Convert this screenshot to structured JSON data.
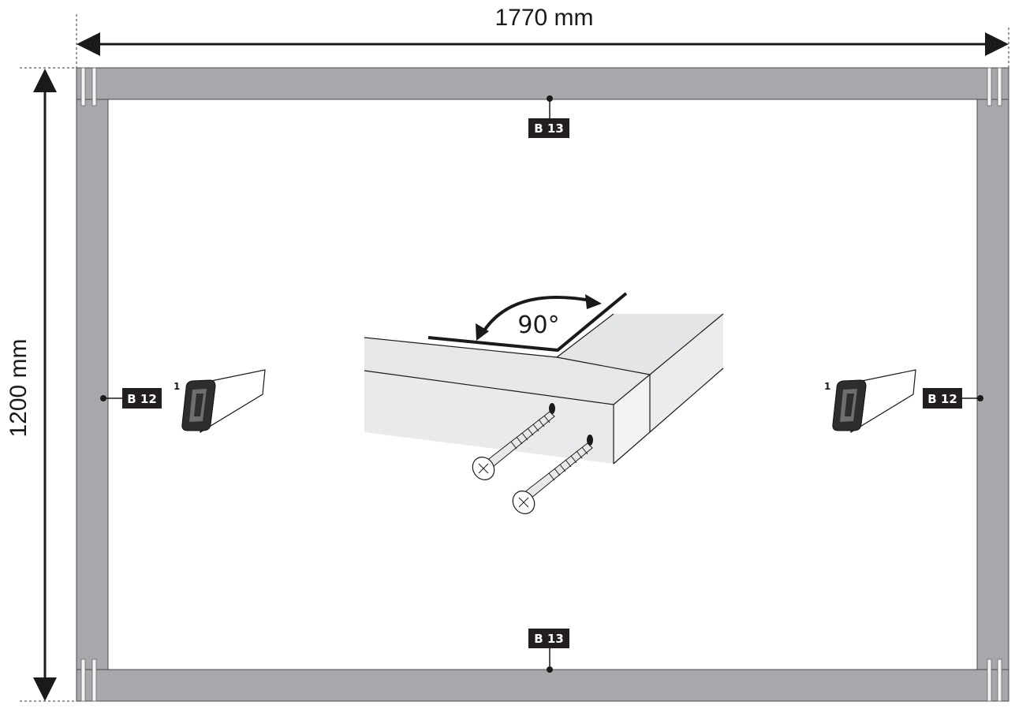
{
  "dimensions": {
    "width_label": "1770 mm",
    "height_label": "1200 mm"
  },
  "parts": {
    "top_label": "B 13",
    "bottom_label": "B 13",
    "left_label": "B 12",
    "right_label": "B 12"
  },
  "saw_step_left": "1",
  "saw_step_right": "1",
  "angle_label": "90°",
  "colors": {
    "frame": "#a7a8ab",
    "beam_top": "#e4e5e6",
    "beam_side": "#efefef",
    "tag_bg": "#231f20",
    "line": "#1a1a1a"
  }
}
